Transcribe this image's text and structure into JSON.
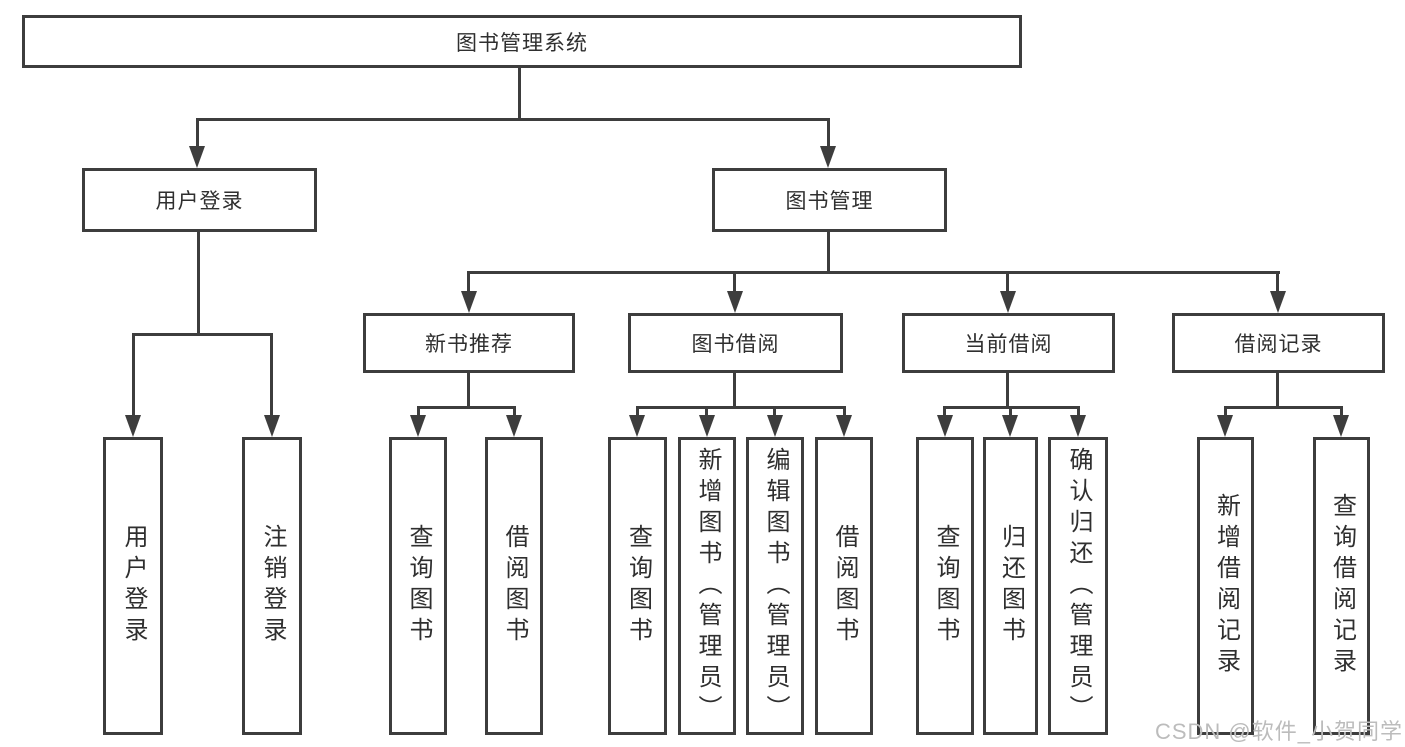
{
  "diagram": {
    "root": {
      "label": "图书管理系统"
    },
    "level2": [
      {
        "label": "用户登录"
      },
      {
        "label": "图书管理"
      }
    ],
    "level3": [
      {
        "label": "新书推荐"
      },
      {
        "label": "图书借阅"
      },
      {
        "label": "当前借阅"
      },
      {
        "label": "借阅记录"
      }
    ],
    "leaves": {
      "user_login": [
        "用户登录",
        "注销登录"
      ],
      "new_books": [
        "查询图书",
        "借阅图书"
      ],
      "book_borrow": [
        "查询图书",
        "新增图书（管理员）",
        "编辑图书（管理员）",
        "借阅图书"
      ],
      "current_borrow": [
        "查询图书",
        "归还图书",
        "确认归还（管理员）"
      ],
      "borrow_records": [
        "新增借阅记录",
        "查询借阅记录"
      ]
    }
  },
  "watermark": {
    "text": "CSDN @软件_小贺同学"
  },
  "colors": {
    "line": "#3d3d3d",
    "text": "#2f2f2f",
    "watermark": "#bcbcbc",
    "background": "#ffffff"
  }
}
